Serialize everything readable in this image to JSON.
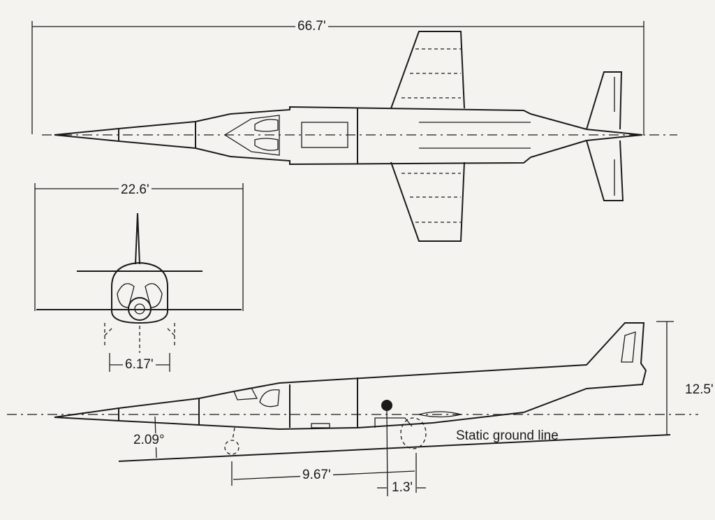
{
  "dimensions": {
    "overall_length": "66.7'",
    "wing_span": "22.6'",
    "gear_track": "6.17'",
    "height": "12.5'",
    "ground_angle": "2.09°",
    "wheelbase": "9.67'",
    "cg_to_main_gear": "1.3'"
  },
  "ground_line_label": "Static ground line"
}
